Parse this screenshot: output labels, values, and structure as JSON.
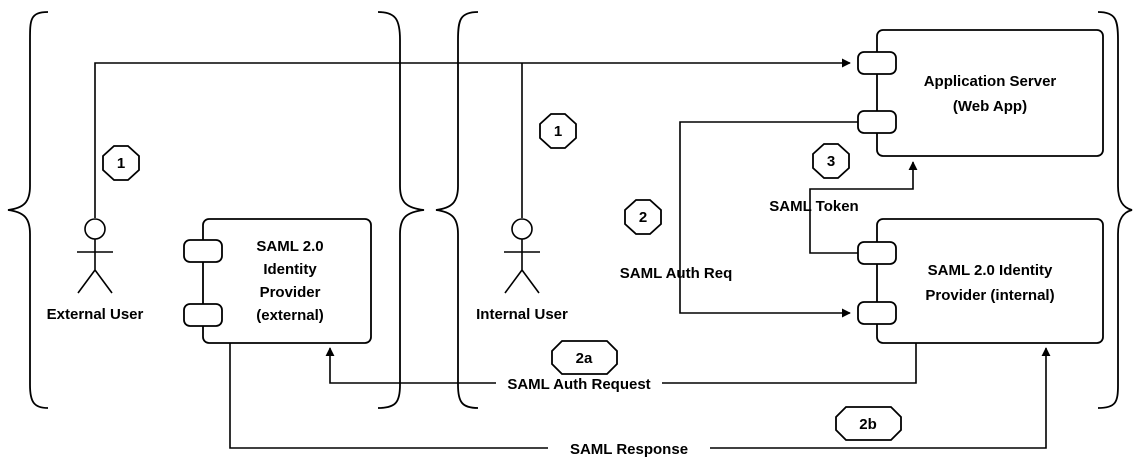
{
  "actors": {
    "external": "External User",
    "internal": "Internal User"
  },
  "nodes": {
    "app_server": {
      "line1": "Application Server",
      "line2": "(Web App)"
    },
    "idp_external": {
      "line1": "SAML 2.0",
      "line2": "Identity",
      "line3": "Provider",
      "line4": "(external)"
    },
    "idp_internal": {
      "line1": "SAML 2.0 Identity",
      "line2": "Provider (internal)"
    }
  },
  "steps": {
    "s1_external": "1",
    "s1_internal": "1",
    "s2": "2",
    "s3": "3",
    "s2a": "2a",
    "s2b": "2b"
  },
  "edges": {
    "saml_token": "SAML Token",
    "saml_auth_req": "SAML Auth Req",
    "saml_auth_request": "SAML Auth Request",
    "saml_response": "SAML Response"
  }
}
